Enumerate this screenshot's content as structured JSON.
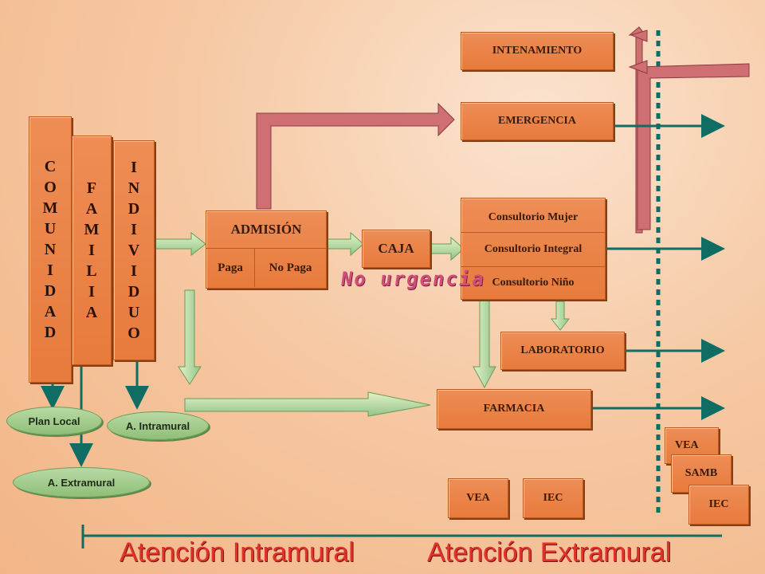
{
  "nodes": {
    "comunidad": [
      "C",
      "O",
      "M",
      "U",
      "N",
      "I",
      "D",
      "A",
      "D"
    ],
    "familia": [
      "F",
      "A",
      "M",
      "I",
      "L",
      "I",
      "A"
    ],
    "individuo": [
      "I",
      "N",
      "D",
      "I",
      "V",
      "I",
      "D",
      "U",
      "O"
    ],
    "admision": "ADMISIÓN",
    "paga": "Paga",
    "no_paga": "No Paga",
    "caja": "CAJA",
    "internamiento": "INTENAMIENTO",
    "emergencia": "EMERGENCIA",
    "consultorio_mujer": "Consultorio Mujer",
    "consultorio_integral": "Consultorio Integral",
    "consultorio_nino": "Consultorio Niño",
    "laboratorio": "LABORATORIO",
    "farmacia": "FARMACIA",
    "vea_center": "VEA",
    "iec_center": "IEC",
    "vea_right": "VEA",
    "samb_right": "SAMB",
    "iec_right": "IEC"
  },
  "ovals": {
    "plan_local": "Plan Local",
    "a_intramural": "A. Intramural",
    "a_extramural": "A. Extramural"
  },
  "annotations": {
    "no_urgencia": "No urgencia"
  },
  "footer": {
    "intramural": "Atención Intramural",
    "extramural": "Atención Extramural"
  },
  "colors": {
    "box": "#e77b3c",
    "oval": "#8fbf78",
    "teal_arrow": "#0f6d64",
    "pink_arrow": "#cf6f74",
    "footer_text": "#e2322a",
    "divider": "#0f6d64"
  }
}
